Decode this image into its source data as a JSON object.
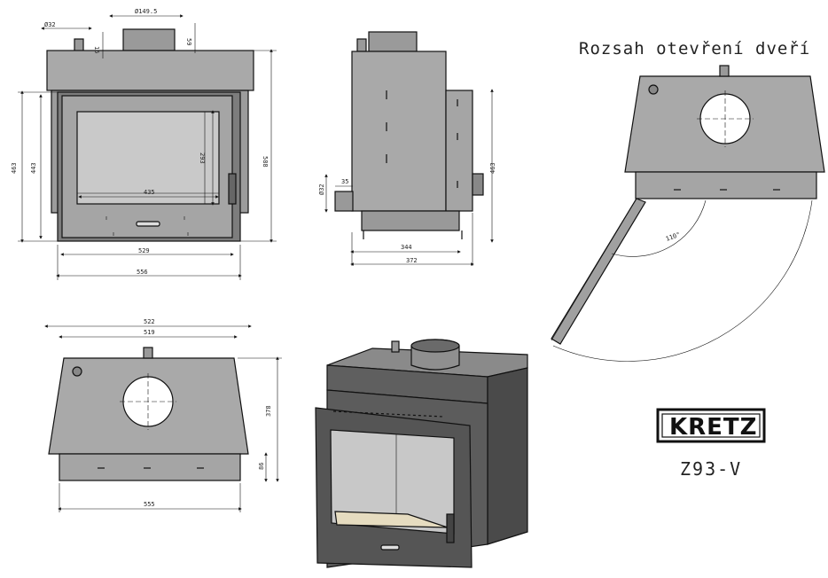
{
  "title": "Rozsah otevření dveří",
  "model": "Z93-V",
  "logo_text": "KRETZ",
  "front_view": {
    "flue_dia": "Ø149.5",
    "inlet_dia": "Ø32",
    "d15": "15",
    "d59": "59",
    "height_left_outer": "463",
    "height_left_inner": "443",
    "height_glass": "293",
    "height_total": "588",
    "width_glass": "435",
    "width_inner": "529",
    "width_outer": "556"
  },
  "side_view": {
    "inlet_dia": "Ø32",
    "d35": "35",
    "height_right": "463",
    "depth_inner": "344",
    "depth_outer": "372"
  },
  "top_view": {
    "width_outer": "522",
    "width_inner": "519",
    "depth": "378",
    "depth_door": "86",
    "width_bottom": "555"
  },
  "door_view": {
    "angle": "110°"
  }
}
